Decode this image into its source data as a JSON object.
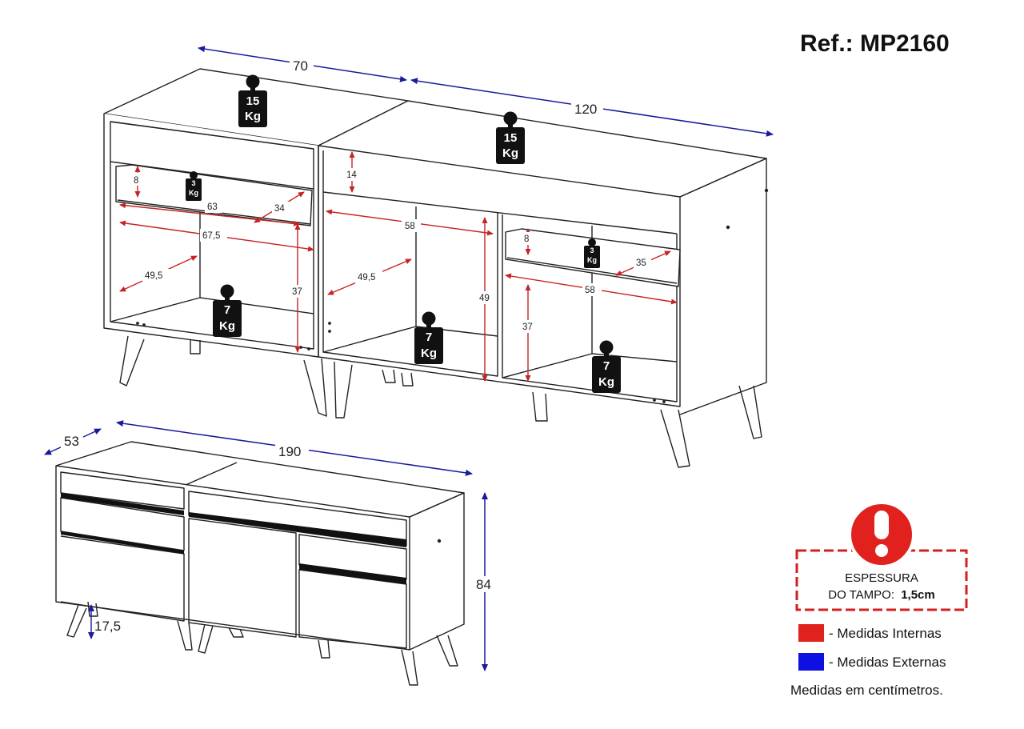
{
  "ref_label": "Ref.: MP2160",
  "colors": {
    "internal": "#e0211d",
    "external": "#0d10e0",
    "internal_line": "#c62424",
    "external_line": "#1a1a9c",
    "line": "#222222"
  },
  "top_view": {
    "ext_dims": {
      "left_width": "70",
      "right_width": "120"
    },
    "weights": {
      "top_left_value": "15",
      "top_left_unit": "Kg",
      "top_right_value": "15",
      "top_right_unit": "Kg",
      "drawer_left_value": "3",
      "drawer_left_unit": "Kg",
      "drawer_right_value": "3",
      "drawer_right_unit": "Kg",
      "shelf_left_value": "7",
      "shelf_left_unit": "Kg",
      "shelf_center_value": "7",
      "shelf_center_unit": "Kg",
      "shelf_right_value": "7",
      "shelf_right_unit": "Kg"
    },
    "int_dims": {
      "drawer_left_height": "8",
      "drawer_left_width": "63",
      "drawer_left_depth": "34",
      "left_width": "67,5",
      "left_depth": "49,5",
      "left_height": "37",
      "top_drawer_height": "14",
      "center_width": "58",
      "center_depth": "49,5",
      "center_height": "49",
      "drawer_right_height": "8",
      "drawer_right_depth": "35",
      "right_width": "58",
      "right_height": "37"
    }
  },
  "bottom_view": {
    "ext_dims": {
      "depth": "53",
      "width": "190",
      "height": "84",
      "leg_height": "17,5"
    }
  },
  "warning": {
    "line1": "ESPESSURA",
    "line2_prefix": "DO TAMPO:",
    "line2_value": "1,5cm"
  },
  "legend": {
    "internal": "- Medidas Internas",
    "external": "- Medidas Externas",
    "note": "Medidas em centímetros."
  }
}
